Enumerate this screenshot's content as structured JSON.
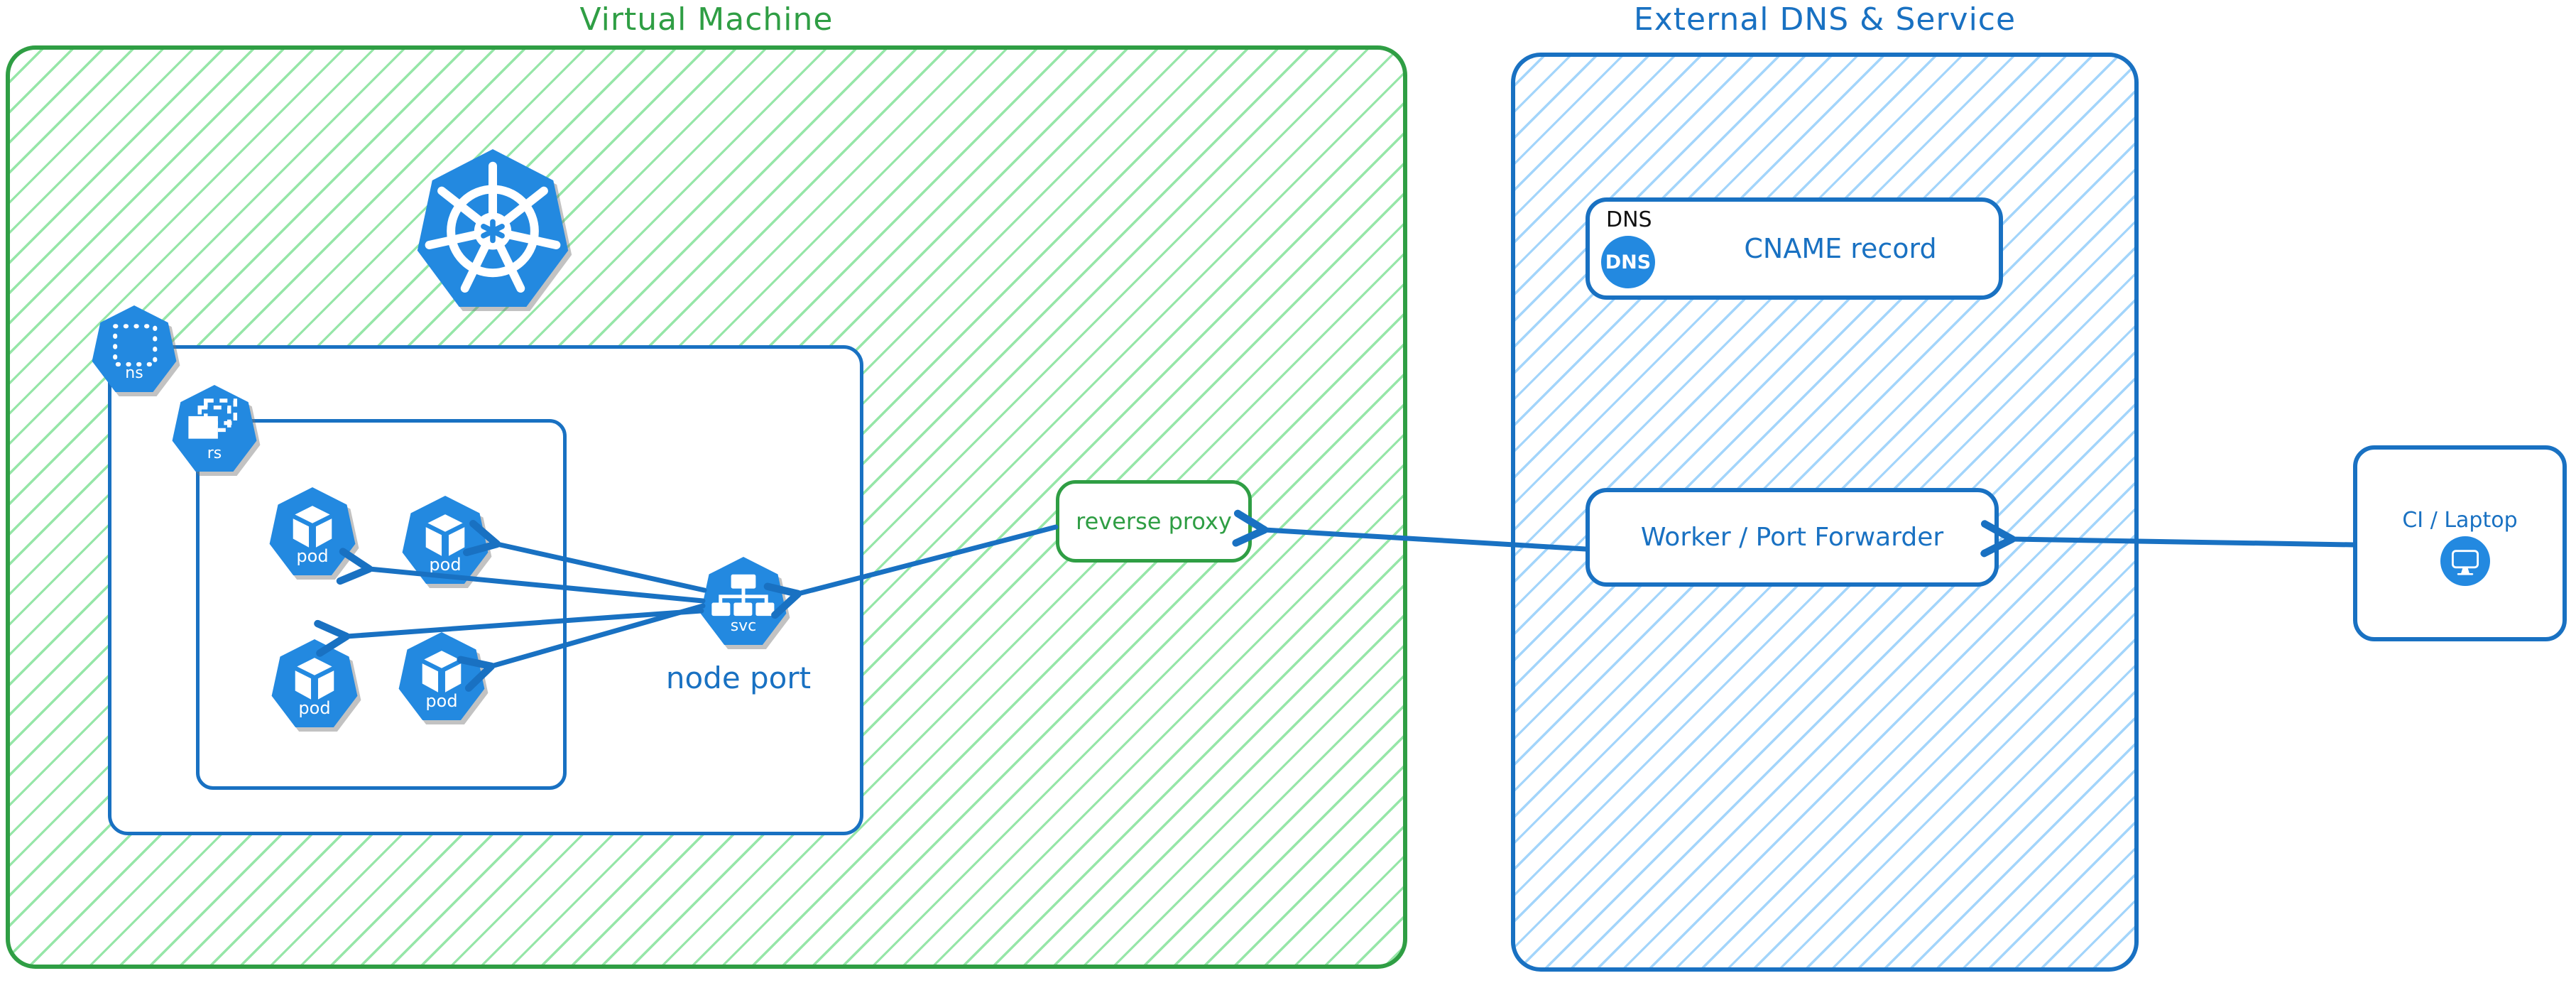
{
  "colors": {
    "green_border": "#2f9e44",
    "green_hatch": "#96e6a8",
    "blue_border": "#1971c2",
    "blue_hatch": "#a3d5fb",
    "icon_blue": "#2389e0",
    "dns_tag_black": "#111111",
    "white": "#ffffff"
  },
  "vm": {
    "title": "Virtual Machine",
    "kubernetes_logo": "kubernetes-icon",
    "namespace": {
      "label": "ns"
    },
    "replicaset": {
      "label": "rs"
    },
    "pods": [
      {
        "label": "pod"
      },
      {
        "label": "pod"
      },
      {
        "label": "pod"
      },
      {
        "label": "pod"
      }
    ],
    "service": {
      "label": "svc",
      "caption": "node port"
    }
  },
  "reverse_proxy": {
    "label": "reverse proxy"
  },
  "external": {
    "title": "External DNS & Service",
    "dns_card": {
      "tag": "DNS",
      "icon_text": "DNS",
      "label": "CNAME record"
    },
    "worker_card": {
      "label": "Worker / Port Forwarder"
    }
  },
  "ci": {
    "label": "CI / Laptop",
    "icon": "monitor-icon"
  }
}
